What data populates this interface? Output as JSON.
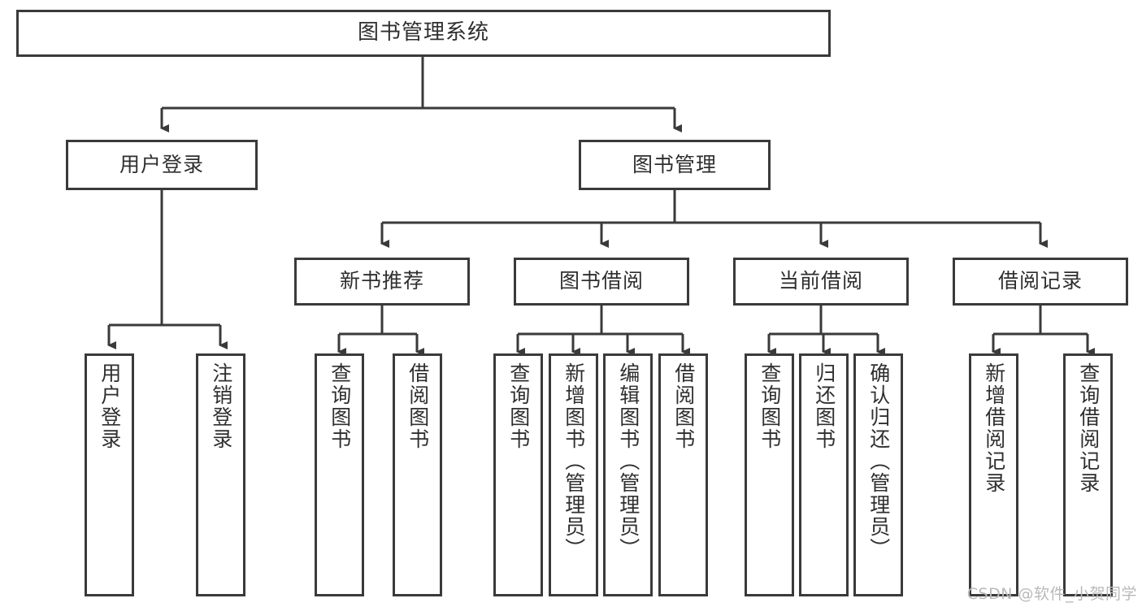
{
  "diagram": {
    "title": "图书管理系统",
    "type": "tree-hierarchy-diagram",
    "root": {
      "label": "图书管理系统"
    },
    "level2": [
      {
        "label": "用户登录"
      },
      {
        "label": "图书管理"
      }
    ],
    "level3": [
      {
        "label": "新书推荐"
      },
      {
        "label": "图书借阅"
      },
      {
        "label": "当前借阅"
      },
      {
        "label": "借阅记录"
      }
    ],
    "leaves": {
      "user_login": [
        {
          "label": "用户登录"
        },
        {
          "label": "注销登录"
        }
      ],
      "new_book_recommend": [
        {
          "label": "查询图书"
        },
        {
          "label": "借阅图书"
        }
      ],
      "book_borrow": [
        {
          "label": "查询图书"
        },
        {
          "label": "新增图书（管理员）"
        },
        {
          "label": "编辑图书（管理员）"
        },
        {
          "label": "借阅图书"
        }
      ],
      "current_borrow": [
        {
          "label": "查询图书"
        },
        {
          "label": "归还图书"
        },
        {
          "label": "确认归还（管理员）"
        }
      ],
      "borrow_record": [
        {
          "label": "新增借阅记录"
        },
        {
          "label": "查询借阅记录"
        }
      ]
    }
  },
  "watermark": {
    "text": "CSDN @软件_小贺同学"
  },
  "colors": {
    "stroke": "#3a3a3a",
    "text": "#2f2f2f",
    "background": "#ffffff",
    "watermark": "#b9b9b9"
  }
}
